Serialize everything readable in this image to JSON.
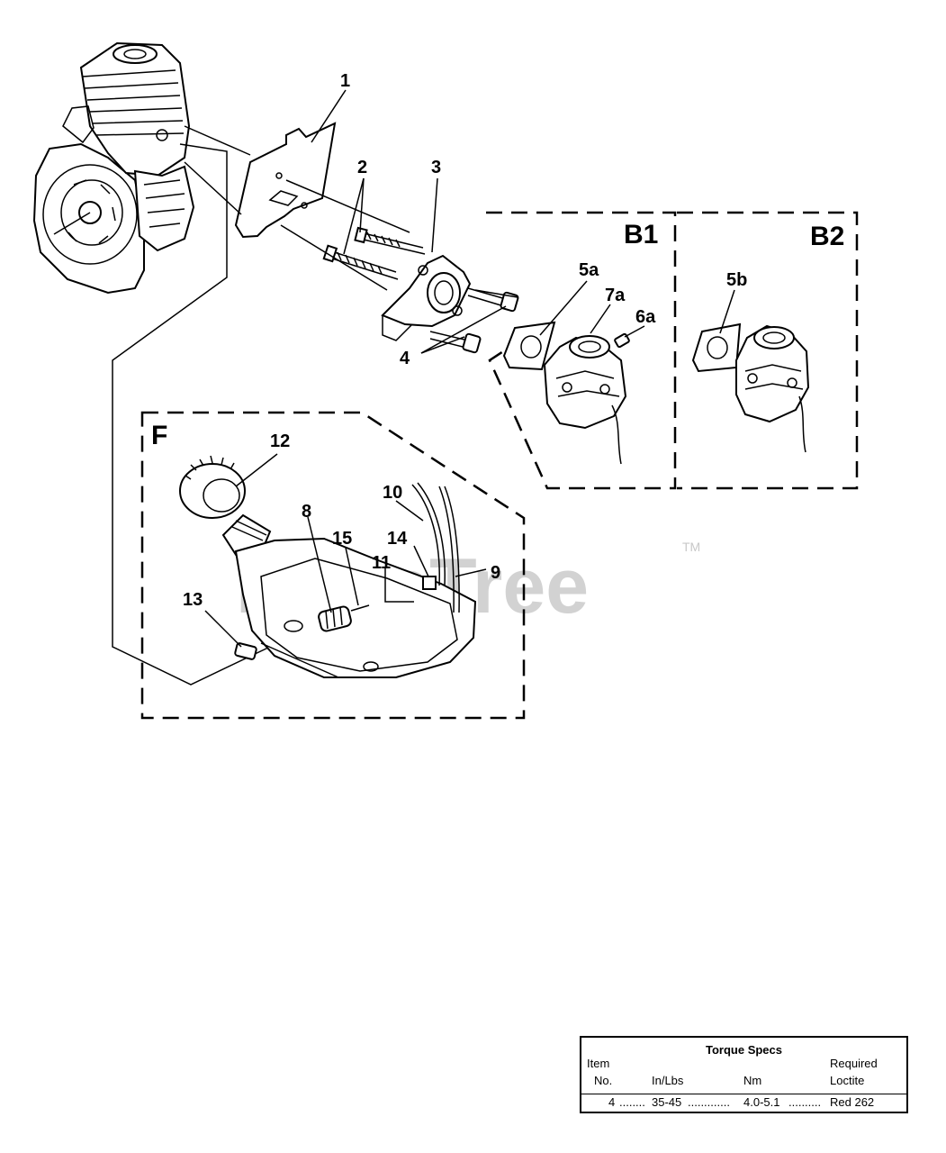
{
  "callouts": {
    "c1": "1",
    "c2": "2",
    "c3": "3",
    "c4": "4",
    "c5a": "5a",
    "c7a": "7a",
    "c6a": "6a",
    "c5b": "5b",
    "c12": "12",
    "c10": "10",
    "c8": "8",
    "c15": "15",
    "c14": "14",
    "c11": "11",
    "c9": "9",
    "c13": "13"
  },
  "sections": {
    "b1": "B1",
    "b2": "B2",
    "f": "F"
  },
  "watermark": {
    "text": "PartsTree",
    "tm": "TM"
  },
  "torque_table": {
    "title": "Torque Specs",
    "headers": {
      "item_top": "Item",
      "item_bottom": "No.",
      "inlbs": "In/Lbs",
      "nm": "Nm",
      "loctite_top": "Required",
      "loctite_bottom": "Loctite"
    },
    "rows": [
      {
        "item": "4",
        "inlbs": "35-45",
        "nm": "4.0-5.1",
        "loctite": "Red 262"
      }
    ]
  }
}
